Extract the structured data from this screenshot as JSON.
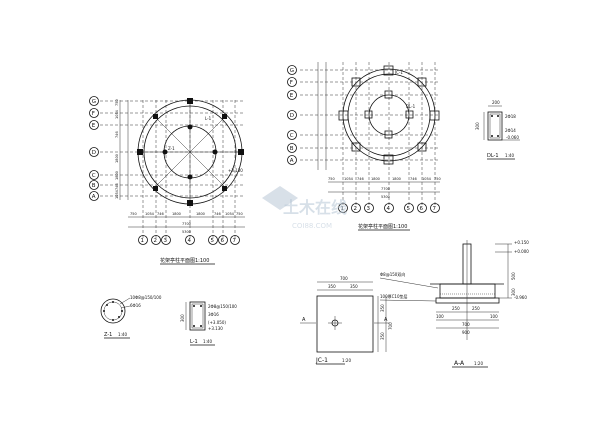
{
  "plan_left": {
    "title": "花架亭柱平面图1:100",
    "axis_rows": [
      "G",
      "F",
      "E",
      "D",
      "C",
      "B",
      "A"
    ],
    "axis_cols": [
      "①",
      "②",
      "③",
      "④",
      "⑤",
      "⑥",
      "⑦"
    ],
    "dims_bottom": [
      "750",
      "1054",
      "746",
      "1800",
      "1800",
      "746",
      "1054",
      "750"
    ],
    "total": "7700",
    "total2": "5300",
    "side_dims": [
      "750",
      "1054",
      "746",
      "1800",
      "1800",
      "746",
      "1054",
      "750"
    ],
    "labels": {
      "ring": "L-1",
      "col": "Z-1",
      "elev": "+3.130"
    }
  },
  "plan_right": {
    "title": "花架亭柱平面图1:100",
    "axis_rows": [
      "G",
      "F",
      "E",
      "D",
      "C",
      "B",
      "A"
    ],
    "axis_cols": [
      "①",
      "②",
      "③",
      "④",
      "⑤",
      "⑥",
      "⑦"
    ],
    "dims_bottom": [
      "750",
      "1054",
      "746",
      "1800",
      "1800",
      "746",
      "1054",
      "750"
    ],
    "total": "7700",
    "total2": "5300",
    "labels": {
      "jc": "JC-1",
      "dl": "DL-1"
    }
  },
  "detail_dl": {
    "label": "DL-1",
    "scale": "1:40",
    "dim_top": "200",
    "dim_side": "300",
    "note1": "2Φ18",
    "note2": "2Φ14",
    "elev": "-0.060"
  },
  "detail_z": {
    "label": "Z-1",
    "scale": "1:40",
    "note1": "10Φ8@150/100",
    "note2": "6Φ16"
  },
  "detail_l": {
    "label": "L-1",
    "scale": "1:40",
    "note1": "2Φ8@150/100",
    "note2": "3Φ16",
    "note3": "(+3.050)",
    "note4": "+3.130",
    "dim": "300"
  },
  "detail_jc": {
    "label": "JC-1",
    "scale": "1:20",
    "dims_top": [
      "700",
      "350",
      "350"
    ],
    "dims_side": [
      "350",
      "350",
      "700"
    ],
    "axis": "A"
  },
  "detail_aa": {
    "label": "A-A",
    "scale": "1:20",
    "elev_top": "+0.150",
    "elev_mid": "+0.000",
    "elev_bot": "-0.960",
    "dims": [
      "250",
      "250",
      "100",
      "100",
      "700",
      "900"
    ],
    "vert_dims": [
      "500",
      "300"
    ],
    "notes": [
      "Φ8@150双向",
      "100厚C10垫层"
    ]
  },
  "watermark": {
    "brand": "土木在线",
    "site": "COI88.COM"
  }
}
